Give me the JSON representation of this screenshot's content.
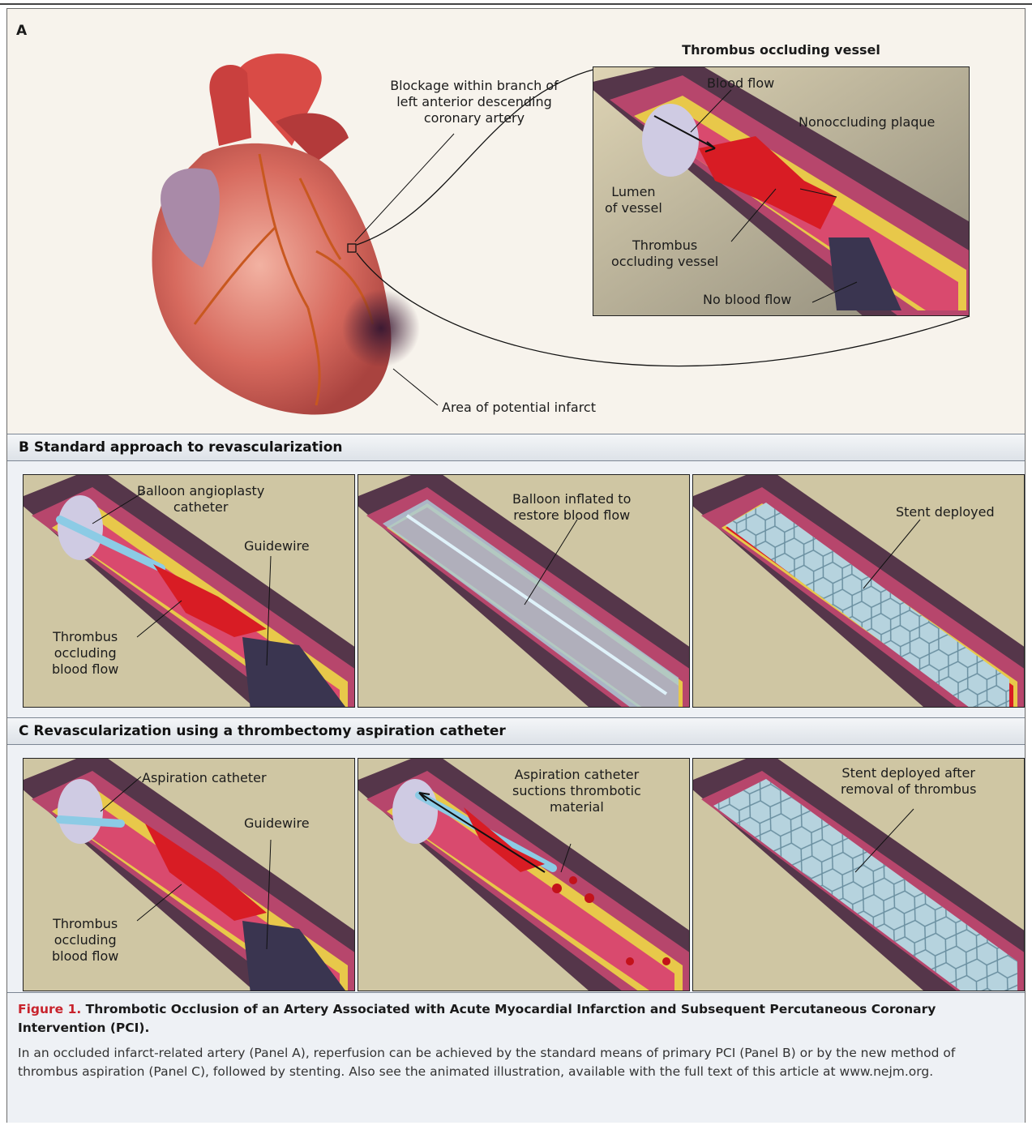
{
  "panel_a": {
    "letter": "A",
    "inset_title": "Thrombus occluding vessel",
    "blockage_label": [
      "Blockage within branch of",
      "left anterior descending",
      "coronary artery"
    ],
    "infarct_label": "Area of potential infarct",
    "inset_labels": {
      "blood_flow": "Blood flow",
      "nonoccluding": "Nonoccluding plaque",
      "lumen": [
        "Lumen",
        "of vessel"
      ],
      "thrombus": [
        "Thrombus",
        "occluding vessel"
      ],
      "no_flow": "No blood flow"
    }
  },
  "panel_b": {
    "title": "B  Standard approach to revascularization",
    "tile1": {
      "catheter": [
        "Balloon angioplasty",
        "catheter"
      ],
      "guidewire": "Guidewire",
      "thrombus": [
        "Thrombus",
        "occluding",
        "blood flow"
      ]
    },
    "tile2": {
      "balloon": [
        "Balloon inflated to",
        "restore blood flow"
      ]
    },
    "tile3": {
      "stent": "Stent deployed"
    }
  },
  "panel_c": {
    "title": "C  Revascularization using a thrombectomy aspiration catheter",
    "tile1": {
      "catheter": "Aspiration catheter",
      "guidewire": "Guidewire",
      "thrombus": [
        "Thrombus",
        "occluding",
        "blood flow"
      ]
    },
    "tile2": {
      "suction": [
        "Aspiration catheter",
        "suctions thrombotic",
        "material"
      ]
    },
    "tile3": {
      "stent": [
        "Stent deployed after",
        "removal of thrombus"
      ]
    }
  },
  "caption": {
    "fig_label": "Figure 1.",
    "title": "Thrombotic Occlusion of an Artery Associated with Acute Myocardial Infarction and Subsequent Percutaneous Coronary Intervention (PCI).",
    "body": "In an occluded infarct-related artery (Panel A), reperfusion can be achieved by the standard means of primary PCI (Panel B) or by the new method of thrombus aspiration (Panel C), followed by stenting. Also see the animated illustration, available with the full text of this article at www.nejm.org."
  },
  "colors": {
    "accent": "#c8232c",
    "header_bg": "#e3e7ec",
    "vessel": "#b84a6e",
    "thrombus": "#d81c24",
    "plaque": "#e8c84a"
  }
}
